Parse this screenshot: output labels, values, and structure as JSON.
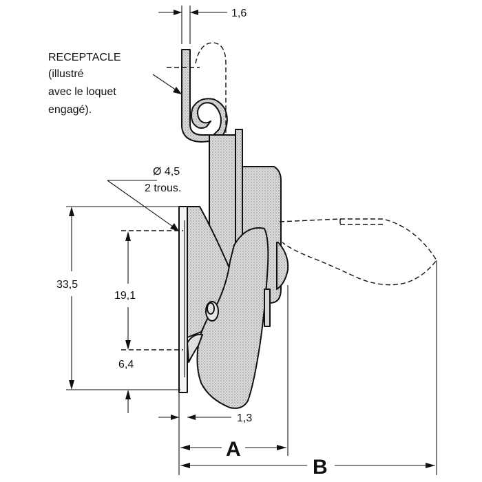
{
  "labels": {
    "receptacle": [
      "RECEPTACLE",
      "(illustré",
      "avec le loquet",
      "engagé)."
    ],
    "holes": [
      "Ø 4,5",
      "2 trous."
    ]
  },
  "dimensions": {
    "top_thickness": "1,6",
    "overall_height": "33,5",
    "hole_spacing": "19,1",
    "hole_offset": "6,4",
    "bottom_thickness": "1,3",
    "A": "A",
    "B": "B"
  },
  "colors": {
    "ink": "#111111",
    "fill": "#dcdcdc",
    "fill_dark": "#c4c4c4"
  }
}
